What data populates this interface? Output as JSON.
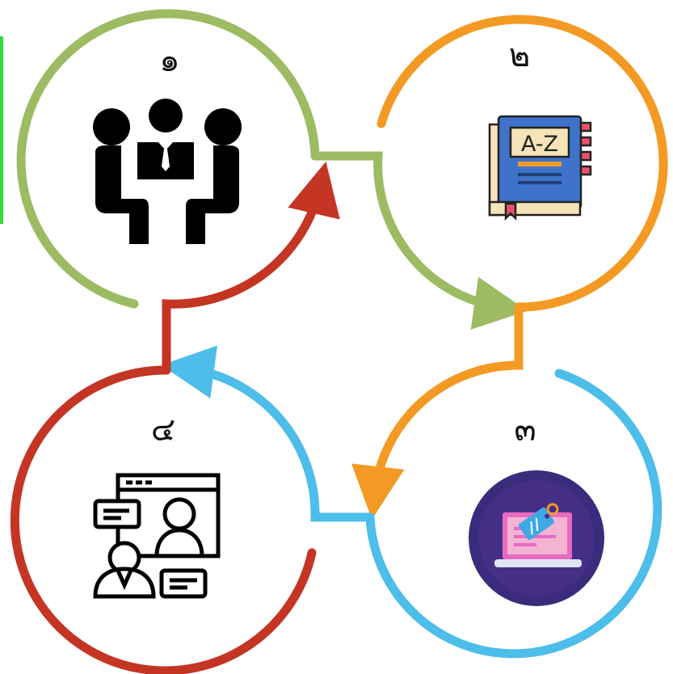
{
  "colors": {
    "stage1": "#9dbb62",
    "stage2": "#f39a25",
    "stage3": "#4dbde9",
    "stage4": "#c43524",
    "edge_accent": "#33dd33",
    "icon_dark": "#000000"
  },
  "stages": [
    {
      "number": "๑",
      "icon": "meeting-people-icon"
    },
    {
      "number": "๒",
      "icon": "dictionary-book-icon"
    },
    {
      "number": "๓",
      "icon": "laptop-price-tag-icon"
    },
    {
      "number": "๔",
      "icon": "video-conference-icon"
    }
  ],
  "book": {
    "cover_text": "A-Z"
  }
}
